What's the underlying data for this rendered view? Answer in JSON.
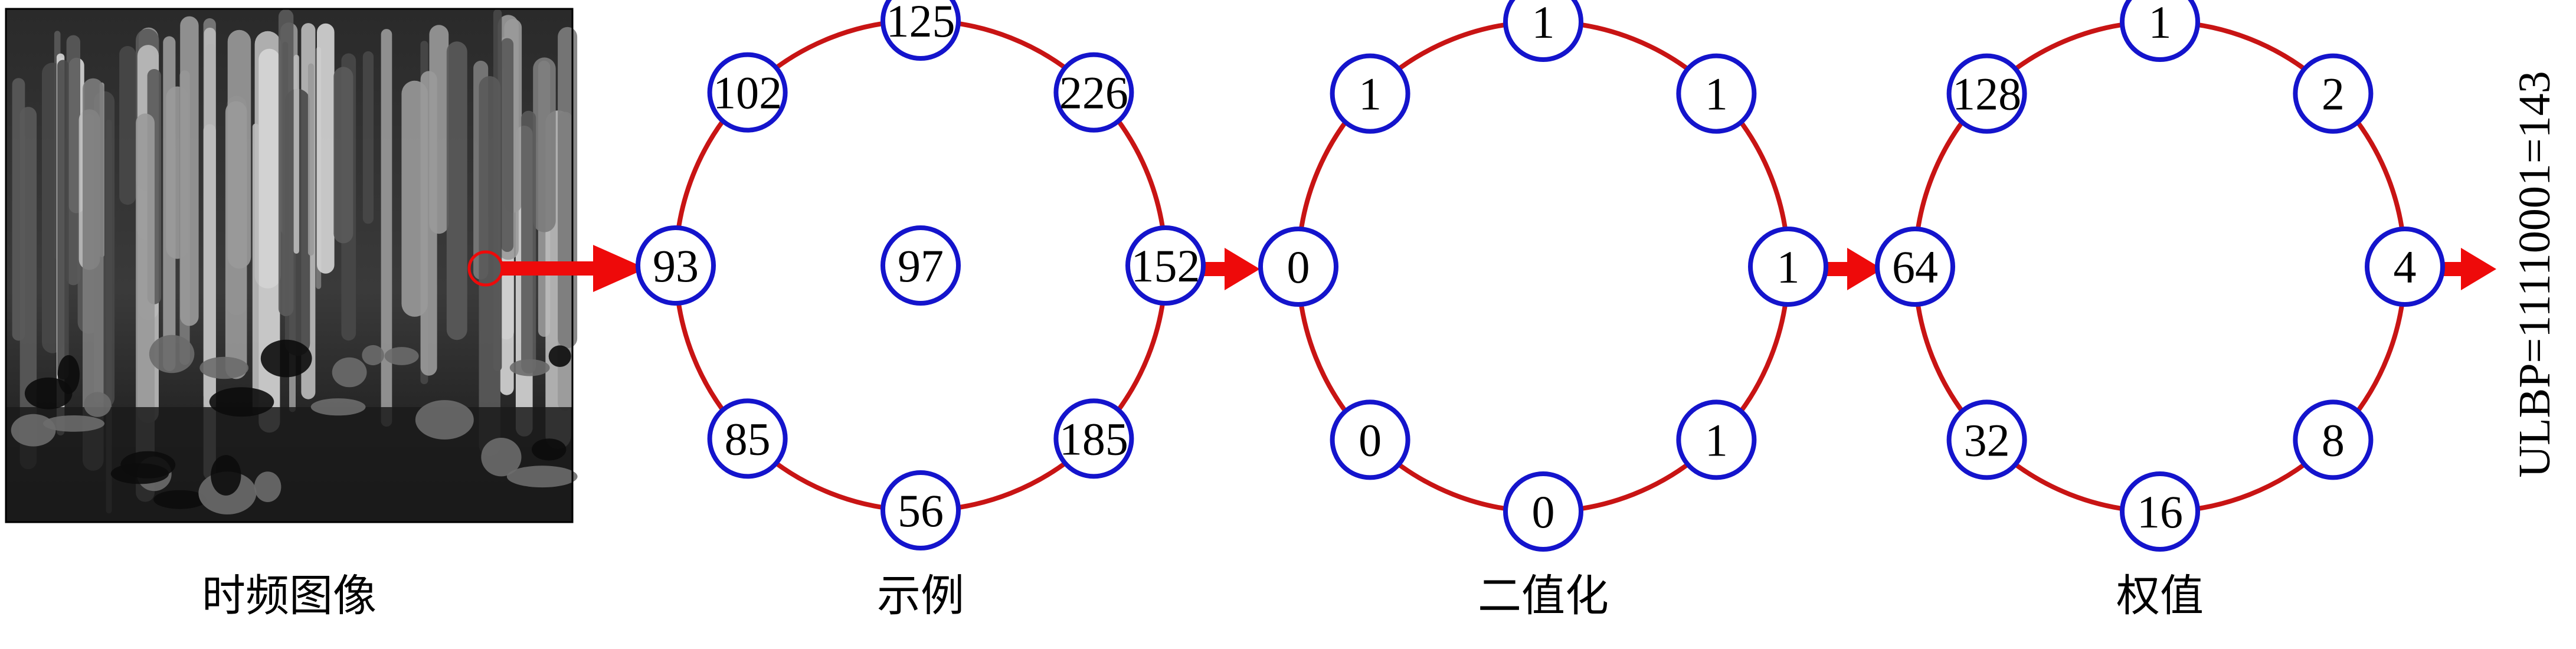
{
  "colors": {
    "ring": "#c81414",
    "node_stroke": "#1414cc",
    "arrow": "#ee0a0a",
    "text": "#000000"
  },
  "panels": [
    {
      "caption": "时频图像"
    },
    {
      "caption": "示例",
      "center": "97",
      "neighbors": [
        "125",
        "226",
        "152",
        "185",
        "56",
        "85",
        "93",
        "102"
      ]
    },
    {
      "caption": "二值化",
      "neighbors": [
        "1",
        "1",
        "1",
        "1",
        "0",
        "0",
        "0",
        "1"
      ]
    },
    {
      "caption": "权值",
      "neighbors": [
        "1",
        "2",
        "4",
        "8",
        "16",
        "32",
        "64",
        "128"
      ]
    }
  ],
  "result": "ULBP=11110001=143"
}
